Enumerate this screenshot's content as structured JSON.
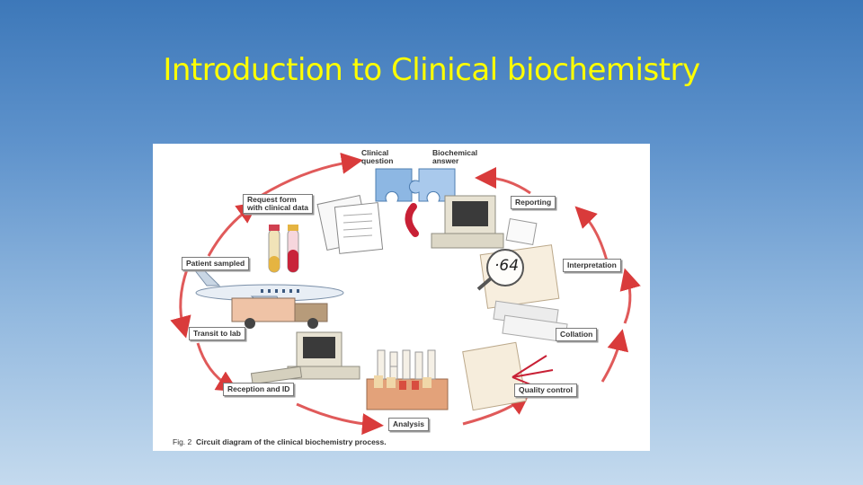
{
  "slide": {
    "title": "Introduction to Clinical biochemistry"
  },
  "diagram": {
    "top_labels": {
      "clinical_question": "Clinical\nquestion",
      "biochemical_answer": "Biochemical\nanswer"
    },
    "steps": {
      "request_form": "Request form\nwith clinical data",
      "patient_sampled": "Patient sampled",
      "transit_to_lab": "Transit to lab",
      "reception_and_id": "Reception and ID",
      "analysis": "Analysis",
      "quality_control": "Quality control",
      "collation": "Collation",
      "interpretation": "Interpretation",
      "reporting": "Reporting"
    },
    "magnifier_value": "·64",
    "caption_prefix": "Fig. 2",
    "caption_text": "Circuit diagram of the clinical biochemistry process."
  },
  "colors": {
    "title": "#ffff00",
    "arrow": "#d93b3b"
  }
}
